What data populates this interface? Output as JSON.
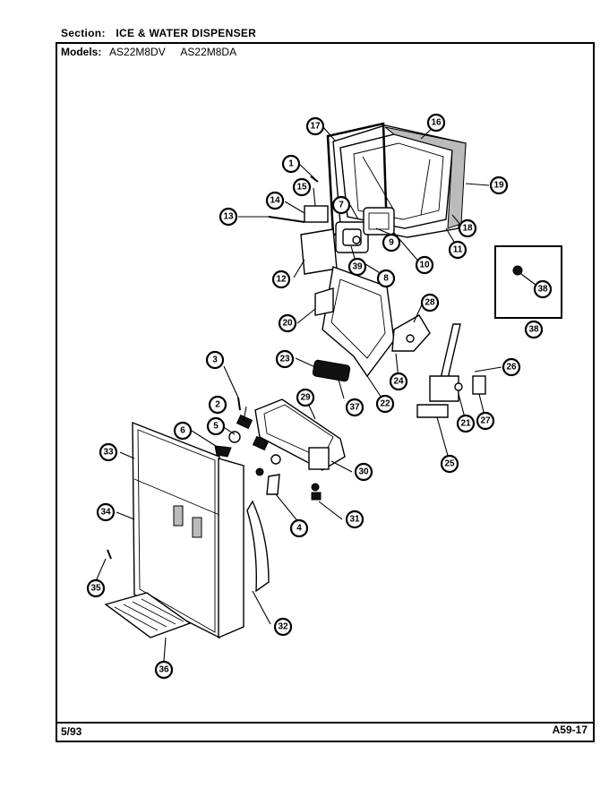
{
  "section": {
    "label": "Section:",
    "value": "ICE & WATER DISPENSER"
  },
  "models": {
    "label": "Models:",
    "list": [
      "AS22M8DV",
      "AS22M8DA"
    ]
  },
  "footer": {
    "date": "5/93",
    "page": "A59-17"
  },
  "callouts": [
    "1",
    "2",
    "3",
    "4",
    "5",
    "6",
    "7",
    "8",
    "9",
    "10",
    "11",
    "12",
    "13",
    "14",
    "15",
    "16",
    "17",
    "18",
    "19",
    "20",
    "21",
    "22",
    "23",
    "24",
    "25",
    "26",
    "27",
    "28",
    "29",
    "30",
    "31",
    "32",
    "33",
    "34",
    "35",
    "36",
    "37",
    "38",
    "39"
  ]
}
